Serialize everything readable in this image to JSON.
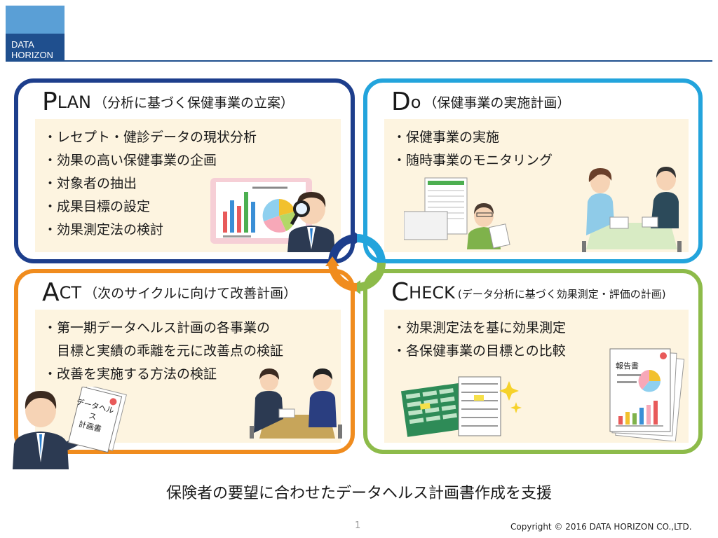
{
  "logo": {
    "line1": "DATA",
    "line2": "HORIZON"
  },
  "plan": {
    "cap": "P",
    "rest": "LAN",
    "sub": "（分析に基づく保健事業の立案）",
    "items": [
      "・レセプト・健診データの現状分析",
      "・効果の高い保健事業の企画",
      "・対象者の抽出",
      "・成果目標の設定",
      "・効果測定法の検討"
    ]
  },
  "do": {
    "cap": "D",
    "rest": "o",
    "sub": "（保健事業の実施計画）",
    "items": [
      "・保健事業の実施",
      "・随時事業のモニタリング"
    ]
  },
  "act": {
    "cap": "A",
    "rest": "CT",
    "sub": "（次のサイクルに向けて改善計画）",
    "items": [
      "・第一期データヘルス計画の各事業の",
      "　目標と実績の乖離を元に改善点の検証",
      "・改善を実施する方法の検証"
    ],
    "doc_line1": "データヘルス",
    "doc_line2": "計画書"
  },
  "check": {
    "cap": "C",
    "rest": "HECK",
    "sub": "(データ分析に基づく効果測定・評価の計画)",
    "items": [
      "・効果測定法を基に効果測定",
      "・各保健事業の目標との比較"
    ],
    "report_label": "報告書"
  },
  "footer": {
    "main": "保険者の要望に合わせたデータヘルス計画書作成を支援",
    "page": "1",
    "copyright": "Copyright © 2016 DATA HORIZON CO.,LTD."
  },
  "colors": {
    "plan": "#1d3e8c",
    "do": "#23a4dc",
    "act": "#f08c1e",
    "check": "#8dbb4a",
    "logo_light": "#5a9fd6",
    "logo_dark": "#1f4f8e",
    "panel_fill": "#fdf4e0"
  },
  "icons": [
    "magnifier-icon",
    "cycle-arrows-icon"
  ]
}
